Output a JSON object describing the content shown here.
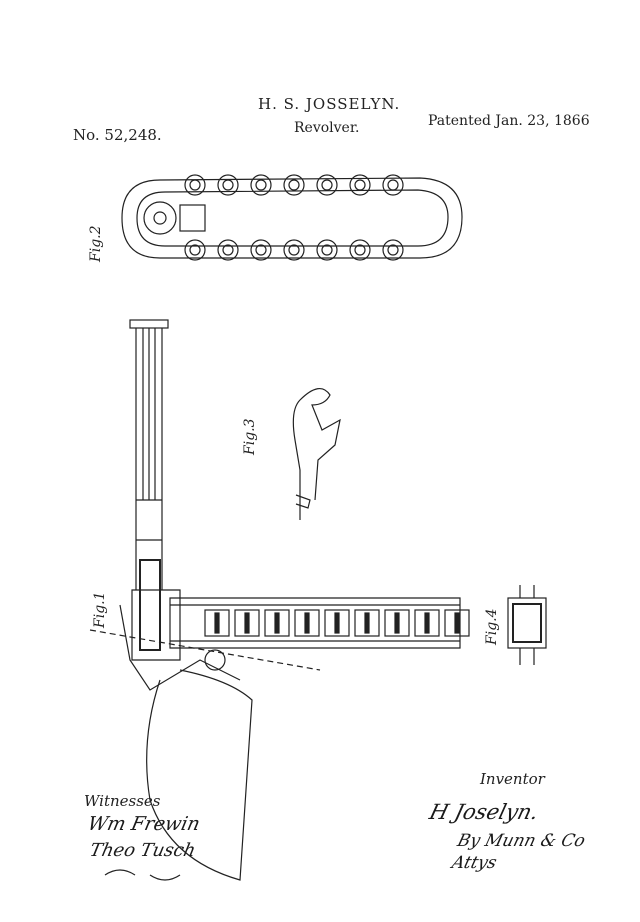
{
  "header": {
    "inventor": "H. S. JOSSELYN.",
    "title": "Revolver.",
    "patent_number": "No. 52,248.",
    "patent_date": "Patented Jan. 23, 1866"
  },
  "figures": [
    "Fig.1",
    "Fig.2",
    "Fig.3",
    "Fig.4"
  ],
  "signatures": {
    "witnesses_label": "Witnesses",
    "witnesses": [
      "Wm Frewin",
      "Theo Tusch"
    ],
    "inventor_label": "Inventor",
    "inventor_signature": "H Joselyn.",
    "attorney": "By Munn & Co Attys"
  }
}
